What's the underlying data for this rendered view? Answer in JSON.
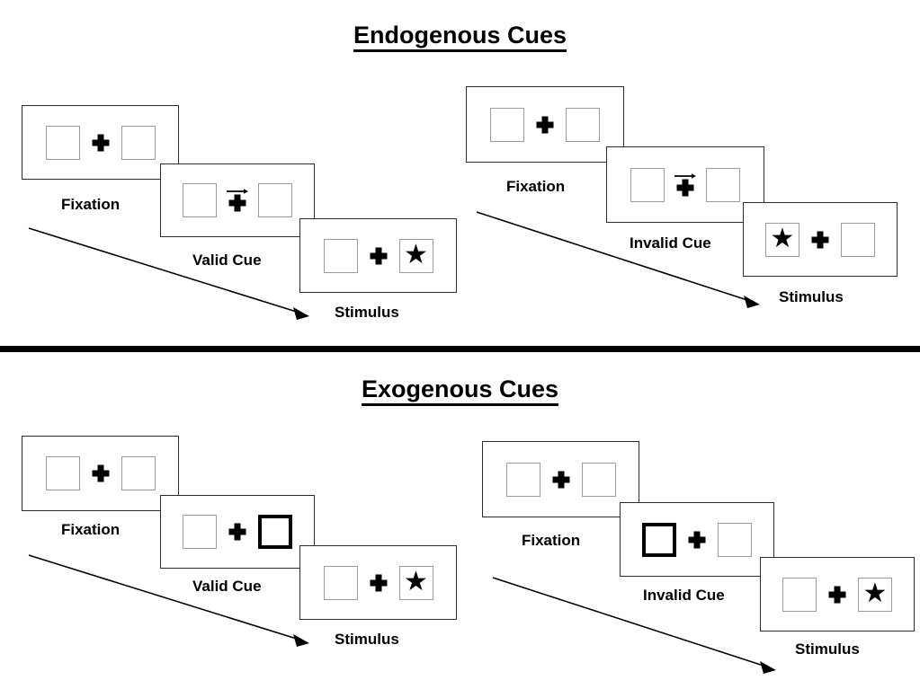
{
  "sections": [
    {
      "title": "Endogenous Cues",
      "sequences": [
        {
          "cue_type": "arrow",
          "steps": [
            {
              "label": "Fixation",
              "left_box": "empty",
              "right_box": "empty",
              "cue": "none",
              "stimulus": "none"
            },
            {
              "label": "Valid Cue",
              "left_box": "empty",
              "right_box": "empty",
              "cue": "arrow-right",
              "stimulus": "none"
            },
            {
              "label": "Stimulus",
              "left_box": "empty",
              "right_box": "star",
              "cue": "none",
              "stimulus": "right"
            }
          ]
        },
        {
          "cue_type": "arrow",
          "steps": [
            {
              "label": "Fixation",
              "left_box": "empty",
              "right_box": "empty",
              "cue": "none",
              "stimulus": "none"
            },
            {
              "label": "Invalid Cue",
              "left_box": "empty",
              "right_box": "empty",
              "cue": "arrow-right",
              "stimulus": "none"
            },
            {
              "label": "Stimulus",
              "left_box": "star",
              "right_box": "empty",
              "cue": "none",
              "stimulus": "left"
            }
          ]
        }
      ]
    },
    {
      "title": "Exogenous Cues",
      "sequences": [
        {
          "cue_type": "box-highlight",
          "steps": [
            {
              "label": "Fixation",
              "left_box": "empty",
              "right_box": "empty",
              "cue": "none",
              "stimulus": "none"
            },
            {
              "label": "Valid Cue",
              "left_box": "empty",
              "right_box": "highlight",
              "cue": "none",
              "stimulus": "none"
            },
            {
              "label": "Stimulus",
              "left_box": "empty",
              "right_box": "star",
              "cue": "none",
              "stimulus": "right"
            }
          ]
        },
        {
          "cue_type": "box-highlight",
          "steps": [
            {
              "label": "Fixation",
              "left_box": "empty",
              "right_box": "empty",
              "cue": "none",
              "stimulus": "none"
            },
            {
              "label": "Invalid Cue",
              "left_box": "highlight",
              "right_box": "empty",
              "cue": "none",
              "stimulus": "none"
            },
            {
              "label": "Stimulus",
              "left_box": "empty",
              "right_box": "star",
              "cue": "none",
              "stimulus": "right"
            }
          ]
        }
      ]
    }
  ],
  "glyphs": {
    "star": "★",
    "fixation_cross": "plus-icon",
    "cue_arrow": "arrow-right-icon",
    "time_arrow": "time-progression-arrow"
  },
  "colors": {
    "ink": "#000000",
    "frame_border": "#2b2b2b",
    "box_border": "#9b9b9b",
    "cued_box_border": "#000000",
    "background": "#ffffff",
    "divider": "#000000"
  }
}
